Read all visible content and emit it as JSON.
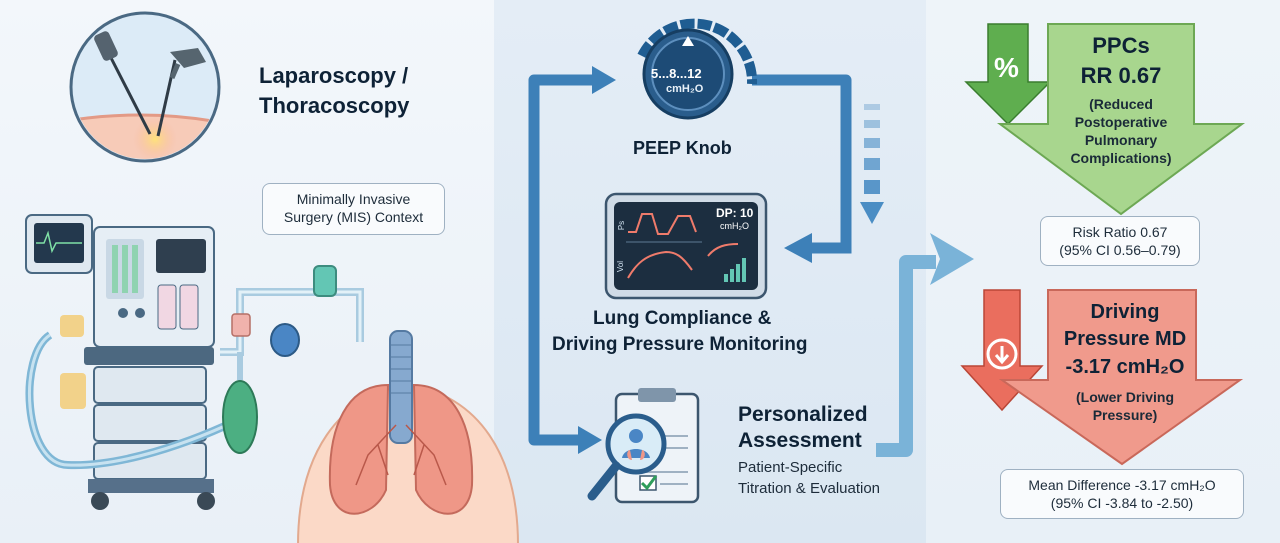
{
  "left": {
    "procedure_title_line1": "Laparoscopy /",
    "procedure_title_line2": "Thoracoscopy",
    "context_line1": "Minimally Invasive",
    "context_line2": "Surgery (MIS) Context"
  },
  "middle": {
    "knob": {
      "readout": "5...8...12",
      "unit": "cmH₂O",
      "label": "PEEP Knob"
    },
    "monitor": {
      "dp_label": "DP: 10",
      "dp_unit": "cmH₂O",
      "axis_top": "Ps",
      "axis_bottom": "Vol",
      "label_line1": "Lung Compliance &",
      "label_line2": "Driving Pressure Monitoring"
    },
    "assessment": {
      "title_line1": "Personalized",
      "title_line2": "Assessment",
      "sub_line1": "Patient-Specific",
      "sub_line2": "Titration & Evaluation"
    }
  },
  "right": {
    "ppc": {
      "badge": "%",
      "title_line1": "PPCs",
      "title_line2": "RR 0.67",
      "sub_line1": "(Reduced",
      "sub_line2": "Postoperative",
      "sub_line3": "Pulmonary",
      "sub_line4": "Complications)",
      "stat_line1": "Risk Ratio 0.67",
      "stat_line2": "(95% CI 0.56–0.79)",
      "color": "#a8d68e"
    },
    "dp": {
      "title_line1": "Driving",
      "title_line2": "Pressure MD",
      "title_line3": "-3.17 cmH₂O",
      "sub_line1": "(Lower Driving",
      "sub_line2": "Pressure)",
      "stat_line1": "Mean Difference -3.17 cmH₂O",
      "stat_line2": "(95% CI -3.84 to -2.50)",
      "color": "#f09a8c"
    }
  }
}
